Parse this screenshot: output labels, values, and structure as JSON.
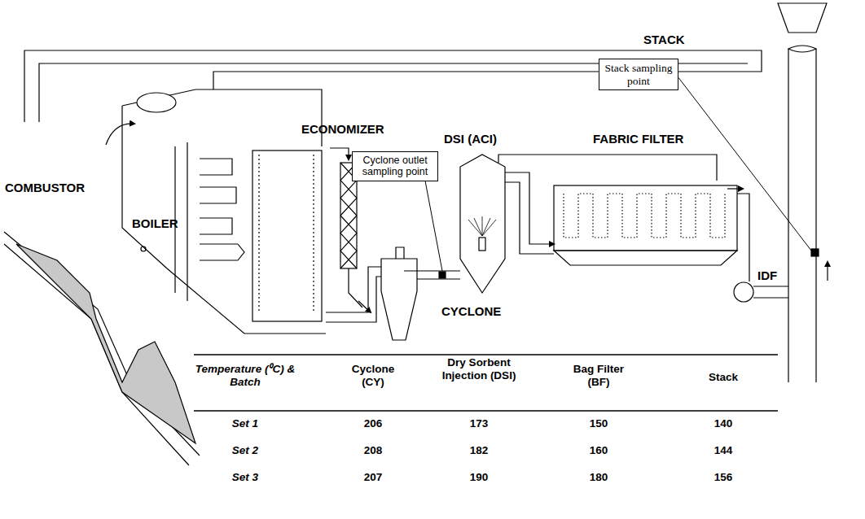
{
  "diagram": {
    "nodes": [
      {
        "text": [
          "Stack sampling point"
        ]
      },
      {
        "text": [
          "Cyclone outlet sampling point"
        ]
      }
    ],
    "labels": [
      "STACK",
      "COMBUSTOR",
      "BOILER",
      "ECONOMIZER",
      "DSI (ACI)",
      "FABRIC FILTER",
      "CYCLONE",
      "IDF",
      "Temperature (⁰C) & Batch",
      "Cyclone (CY)",
      "Dry Sorbent Injection (DSI)",
      "Bag Filter (BF)",
      "Stack",
      "Set 1",
      "206",
      "173",
      "150",
      "140",
      "Set 2",
      "208",
      "182",
      "160",
      "144",
      "Set 3",
      "207",
      "190",
      "180",
      "156"
    ]
  }
}
